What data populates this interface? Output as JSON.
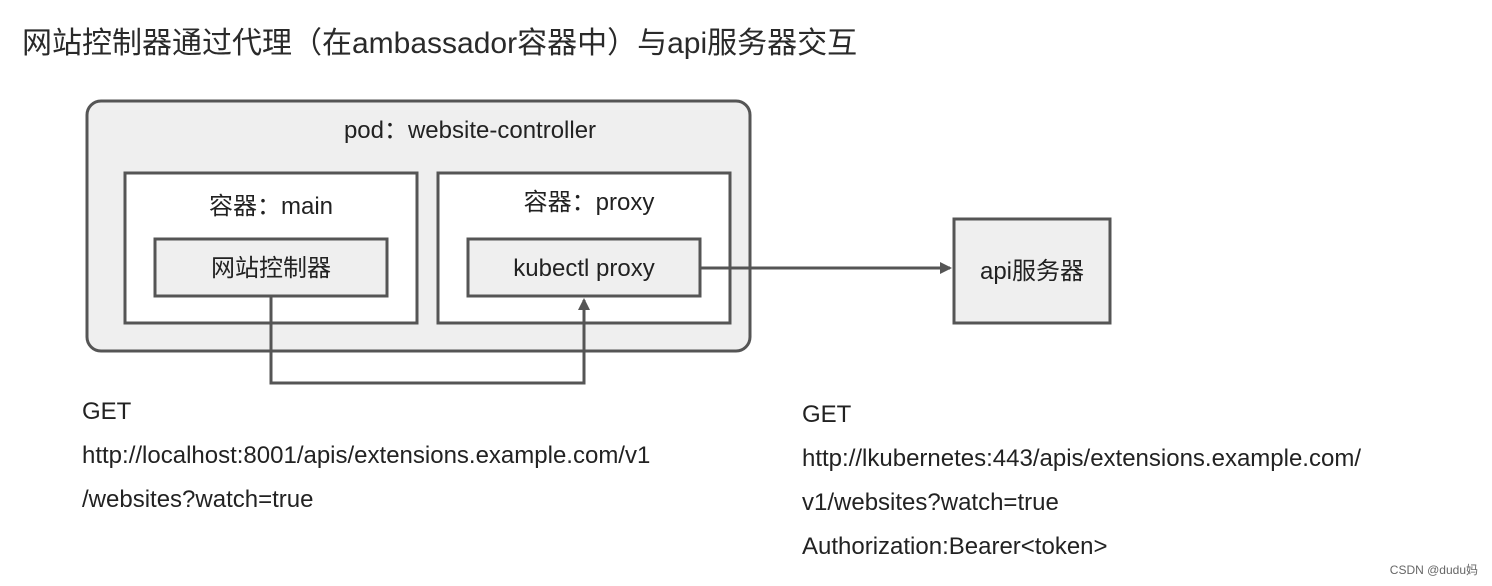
{
  "title": "网站控制器通过代理（在ambassador容器中）与api服务器交互",
  "pod": {
    "label": "pod：website-controller"
  },
  "containers": [
    {
      "label": "容器：main",
      "process": "网站控制器"
    },
    {
      "label": "容器：proxy",
      "process": "kubectl proxy"
    }
  ],
  "api_server": {
    "label": "api服务器"
  },
  "local_request": {
    "lines": [
      "GET",
      "http://localhost:8001/apis/extensions.example.com/v1",
      "/websites?watch=true"
    ]
  },
  "remote_request": {
    "lines": [
      "GET",
      "http://lkubernetes:443/apis/extensions.example.com/",
      "v1/websites?watch=true",
      "Authorization:Bearer<token>"
    ]
  },
  "watermark": "CSDN @dudu妈",
  "colors": {
    "stroke": "#555555",
    "pod_fill": "#efefef",
    "box_fill": "#ffffff",
    "process_fill": "#efefef"
  }
}
